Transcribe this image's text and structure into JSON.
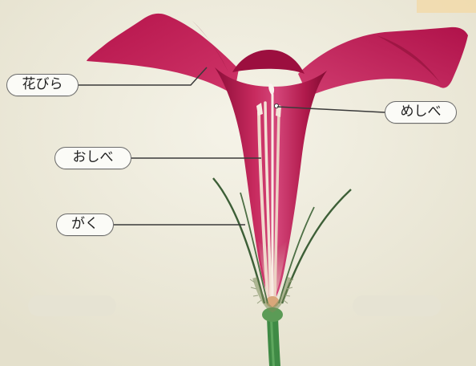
{
  "labels": {
    "petal": "花びら",
    "pistil": "めしべ",
    "stamen": "おしべ",
    "calyx": "がく"
  },
  "colors": {
    "petal": "#b3154a",
    "petal_light": "#d13a6e",
    "petal_dark": "#7e0a2f",
    "stem": "#3f8a45",
    "label_border": "#6b6b6b",
    "leader_line": "#3a3a3a"
  }
}
